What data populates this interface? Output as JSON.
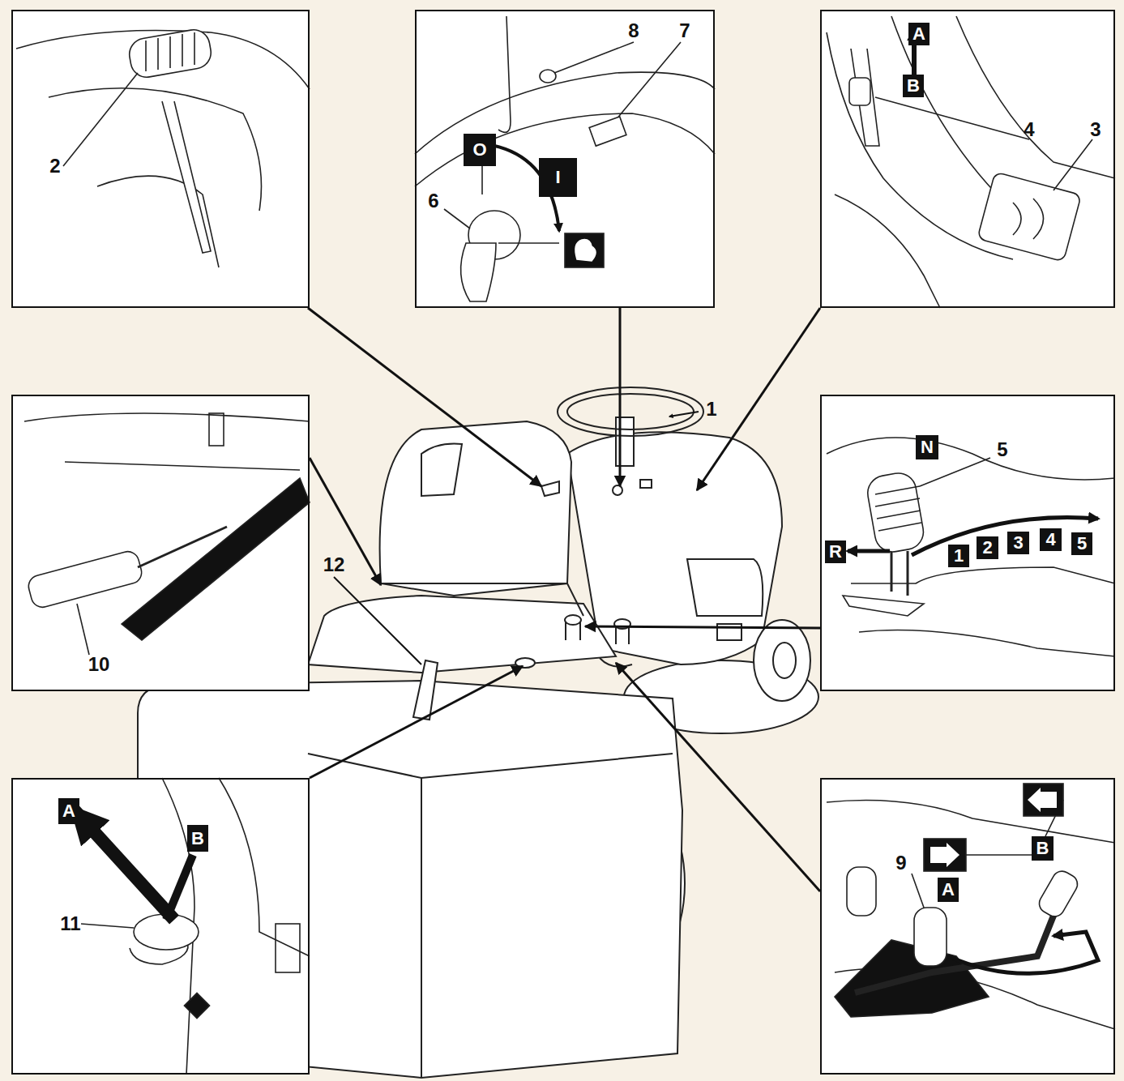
{
  "diagram": {
    "nodes": [
      {
        "text": [
          "2"
        ]
      },
      {
        "text": [
          "8",
          "7",
          "6"
        ]
      },
      {
        "text": [
          "O"
        ],
        "in": 1
      },
      {
        "text": [
          "I"
        ],
        "in": 1
      },
      {
        "text": [
          "4",
          "3"
        ]
      },
      {
        "text": [
          "A"
        ],
        "in": 4
      },
      {
        "text": [
          "B"
        ],
        "in": 4
      },
      {
        "text": [
          "10"
        ]
      },
      {
        "text": [
          "5"
        ]
      },
      {
        "text": [
          "N"
        ],
        "in": 8
      },
      {
        "text": [
          "R"
        ],
        "in": 8
      },
      {
        "text": [
          "1"
        ],
        "in": 8
      },
      {
        "text": [
          "2"
        ],
        "in": 8
      },
      {
        "text": [
          "3"
        ],
        "in": 8
      },
      {
        "text": [
          "4"
        ],
        "in": 8
      },
      {
        "text": [
          "5"
        ],
        "in": 8
      },
      {
        "text": [
          "11"
        ]
      },
      {
        "text": [
          "A"
        ],
        "in": 16
      },
      {
        "text": [
          "B"
        ],
        "in": 16
      },
      {
        "text": [
          "9"
        ]
      },
      {
        "text": [
          "A"
        ],
        "in": 19
      },
      {
        "text": [
          "B"
        ],
        "in": 19
      }
    ],
    "labels": [
      "1",
      "12"
    ]
  }
}
